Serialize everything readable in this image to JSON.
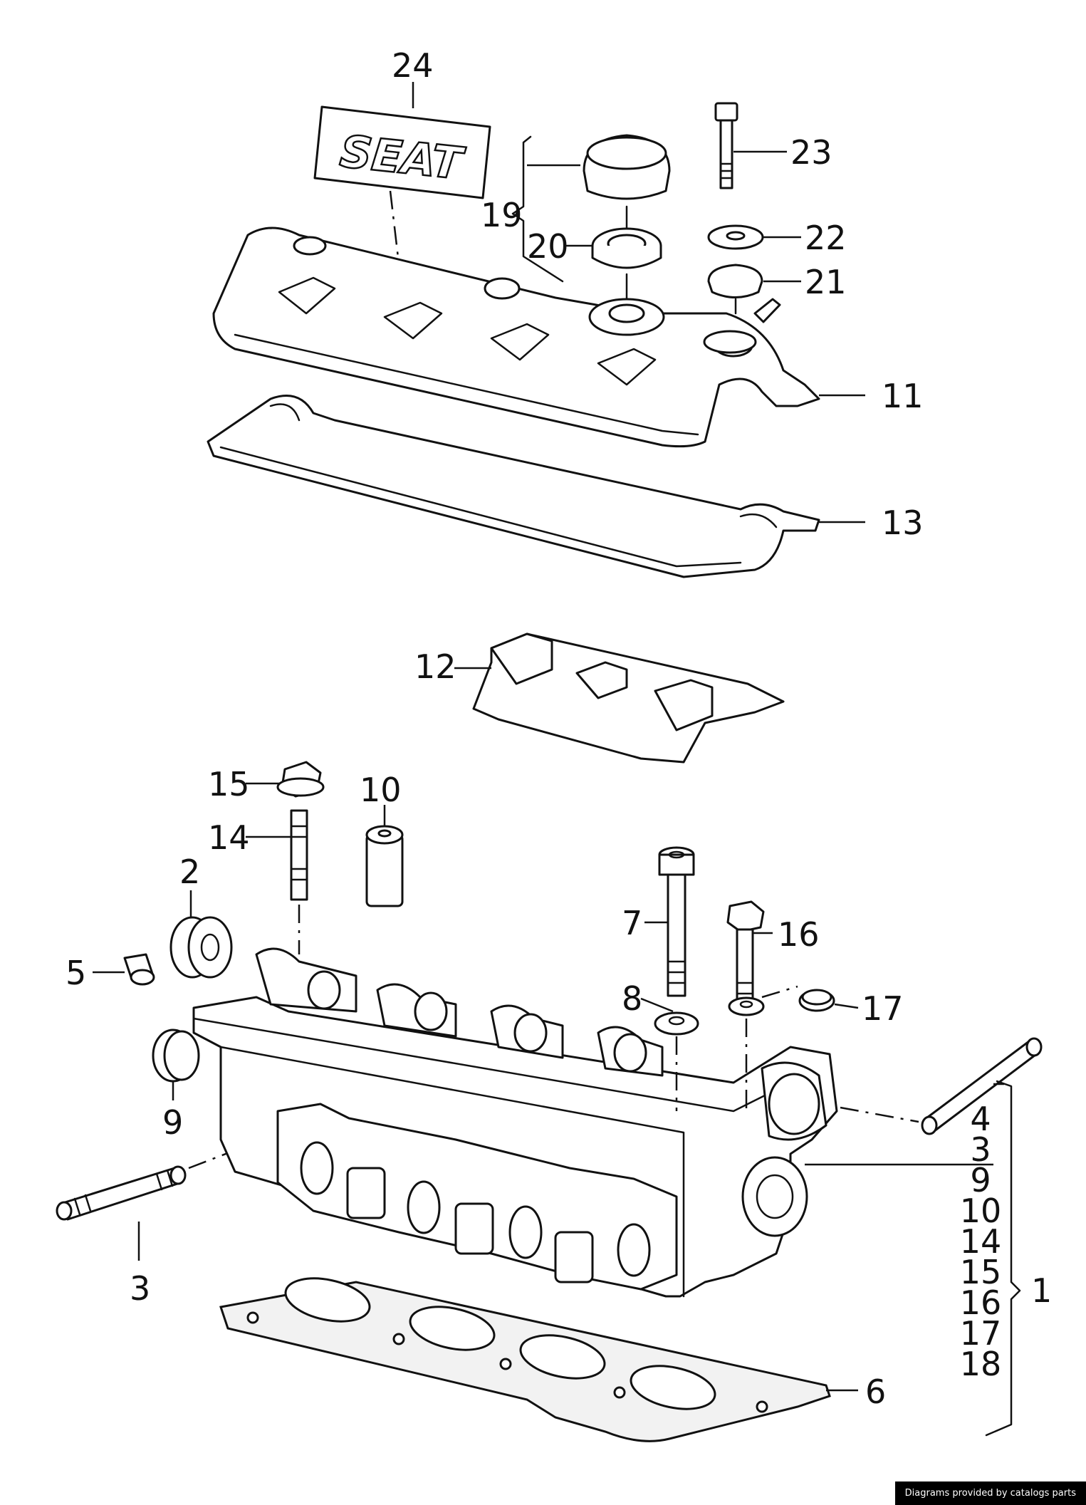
{
  "callouts": {
    "c24": "24",
    "c23": "23",
    "c22": "22",
    "c21": "21",
    "c20": "20",
    "c19": "19",
    "c11": "11",
    "c13": "13",
    "c12": "12",
    "c15": "15",
    "c10": "10",
    "c14": "14",
    "c2": "2",
    "c5": "5",
    "c7": "7",
    "c16": "16",
    "c8": "8",
    "c17": "17",
    "c9": "9",
    "c3": "3",
    "c6": "6"
  },
  "group_list": {
    "items": [
      "4",
      "3",
      "9",
      "10",
      "14",
      "15",
      "16",
      "17",
      "18"
    ],
    "group_label": "1"
  },
  "logo_text": "SEAT",
  "credit": "Diagrams provided by catalogs parts"
}
